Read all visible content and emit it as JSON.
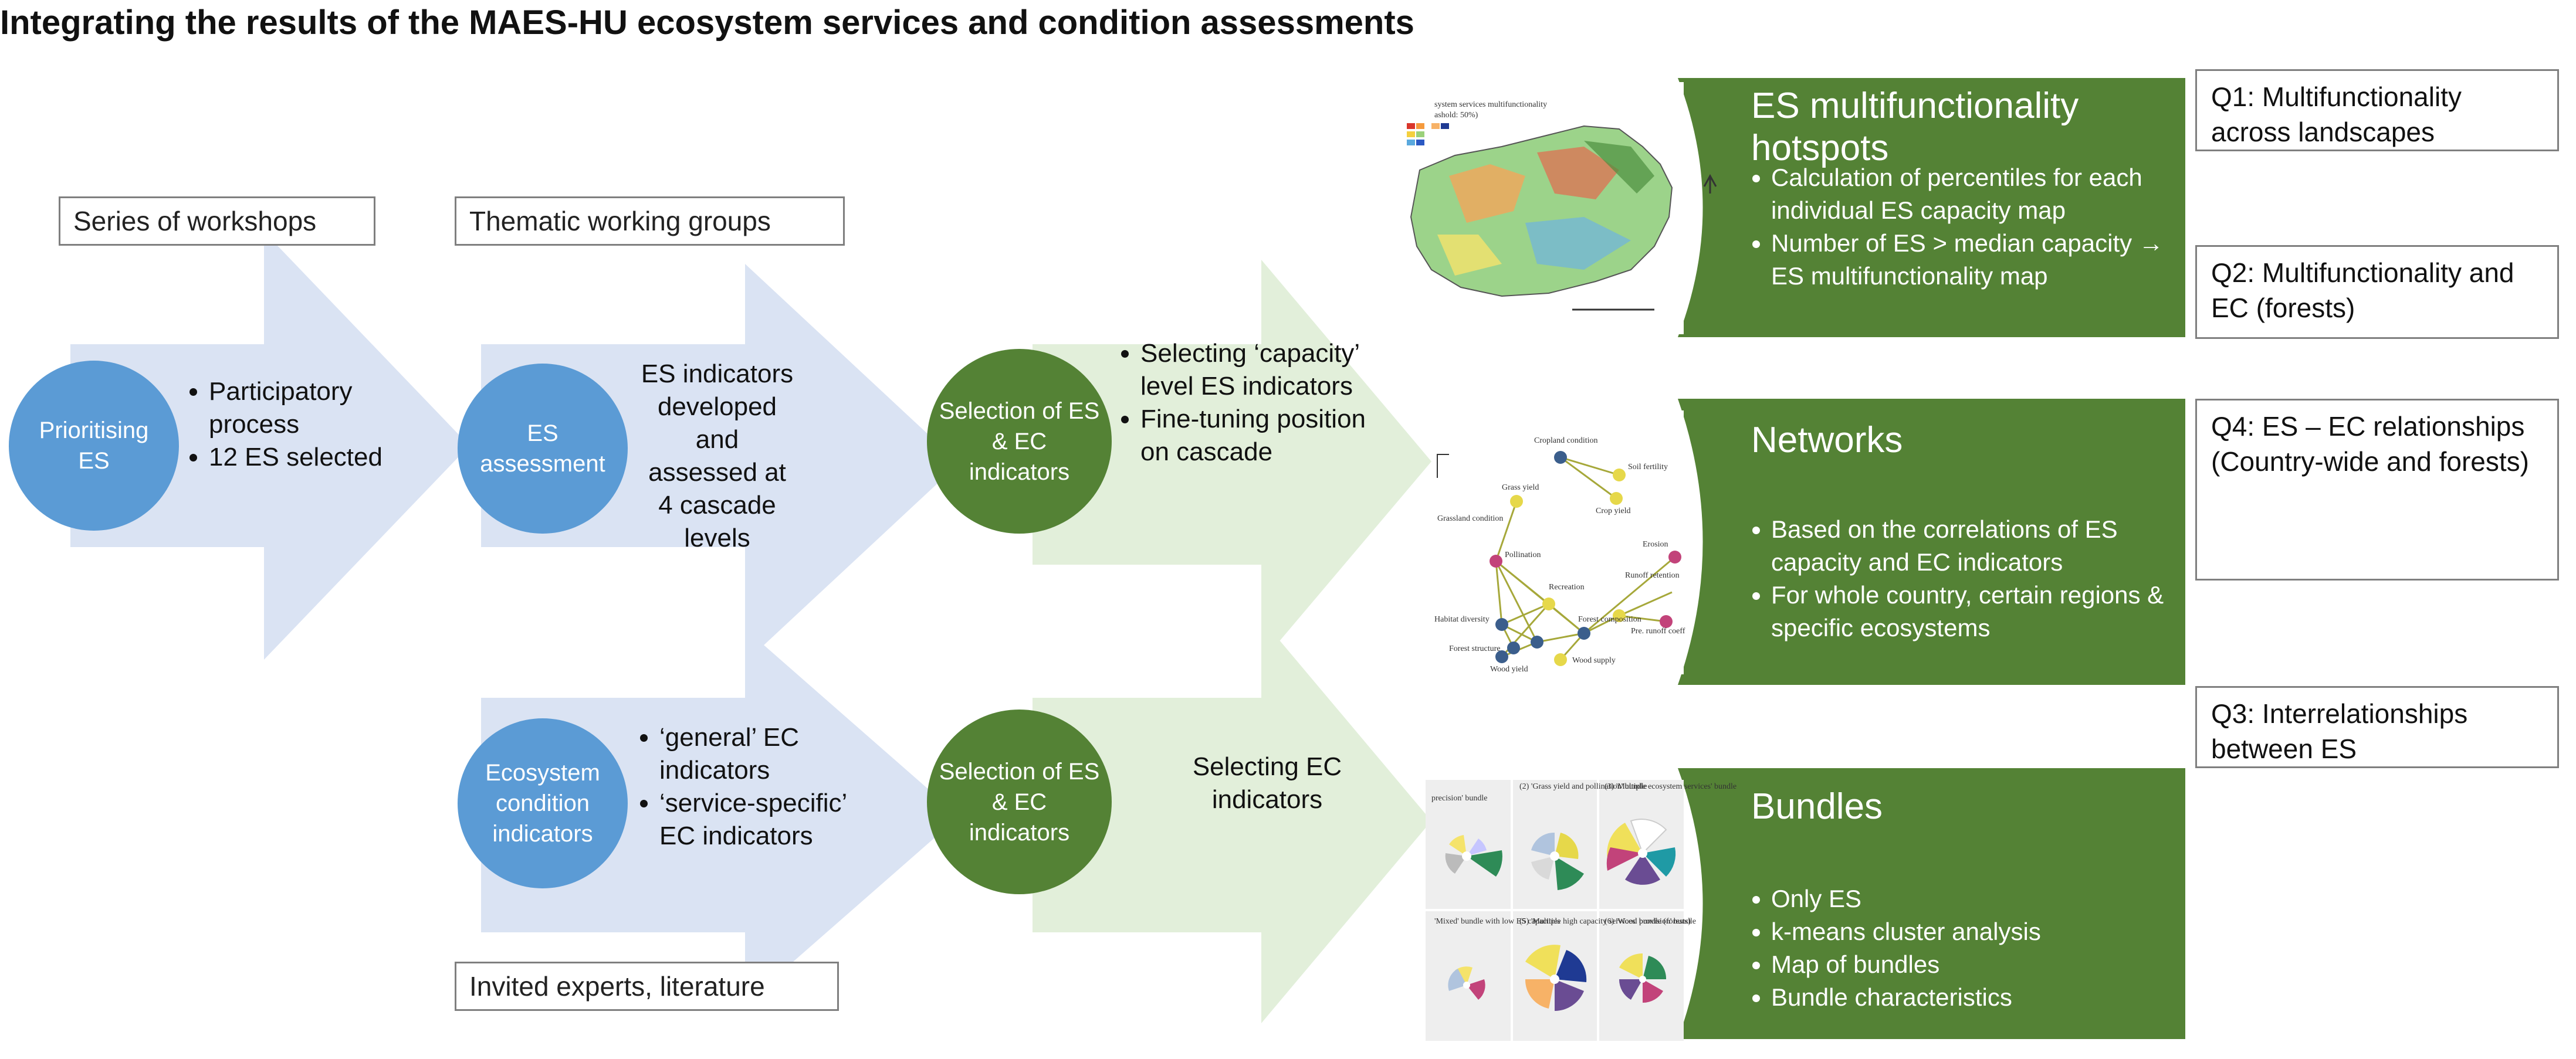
{
  "title": "Integrating the results of the MAES-HU ecosystem services and condition assessments",
  "labels": {
    "workshops": "Series of workshops",
    "working_groups": "Thematic working groups",
    "experts": "Invited experts, literature"
  },
  "circles": {
    "prioritising": "Prioritising ES",
    "es_assessment": "ES assessment",
    "selection_top": "Selection of ES & EC indicators",
    "ecosystem_condition": "Ecosystem condition indicators",
    "selection_bottom": "Selection of ES & EC indicators"
  },
  "bullets": {
    "prioritising": [
      "Participatory process",
      "12 ES selected"
    ],
    "es_assessment_text": "ES indicators developed and assessed at 4 cascade levels",
    "selection_top": [
      "Selecting ‘capacity’ level ES indicators",
      "Fine-tuning position on cascade"
    ],
    "ecosystem_condition": [
      "‘general’ EC indicators",
      "‘service-specific’ EC indicators"
    ],
    "selection_bottom_text": "Selecting EC indicators"
  },
  "panels": {
    "hotspots": {
      "title": "ES multifunctionality hotspots",
      "bullets": [
        "Calculation of percentiles for each individual ES capacity map",
        "Number of ES > median capacity → ES multifunctionality map"
      ]
    },
    "networks": {
      "title": "Networks",
      "bullets": [
        "Based on the correlations of ES capacity and EC indicators",
        "For whole country, certain regions & specific ecosystems"
      ]
    },
    "bundles": {
      "title": "Bundles",
      "bullets": [
        "Only ES",
        "k-means cluster analysis",
        "Map of bundles",
        "Bundle characteristics"
      ]
    }
  },
  "questions": {
    "q1": "Q1: Multifunctionality across landscapes",
    "q2": "Q2: Multifunctionality and EC (forests)",
    "q4": "Q4: ES – EC relationships (Country-wide and forests)",
    "q3": "Q3: Interrelationships between ES"
  },
  "thumbnails": {
    "map_legend_line1": "system services multifunctionality",
    "map_legend_line2": "ashold: 50%)",
    "network_nodes": [
      "Cropland condition",
      "Soil fertility",
      "Crop yield",
      "Grass yield",
      "Grassland condition",
      "Pollination",
      "Recreation",
      "Erosion",
      "Runoff retention",
      "Habitat diversity",
      "Pre. runoff coeff",
      "Forest structure",
      "Forest composition",
      "Wood supply",
      "Wood yield"
    ],
    "bundle_labels": [
      "precision' bundle",
      "(2) 'Grass yield and pollination' bundle",
      "(3) 'Multiple ecosystem services' bundle",
      "'Mixed' bundle with low ES capacities",
      "(5) 'Multiple high capacity services' bundle (forests)",
      "(6) 'Wood provision' bundle"
    ]
  },
  "colors": {
    "arrow_fill": "#dae3f3",
    "arrow_green_fill": "#e2efda",
    "circle_blue": "#5b9bd5",
    "circle_green": "#548235",
    "panel_green": "#548235"
  }
}
